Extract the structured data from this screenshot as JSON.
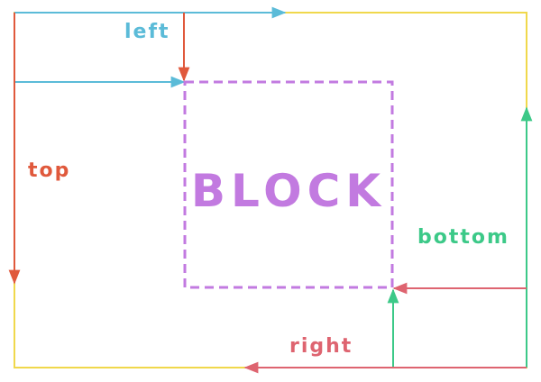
{
  "diagram": {
    "block_label": "BLOCK",
    "labels": {
      "left": "left",
      "top": "top",
      "bottom": "bottom",
      "right": "right"
    },
    "colors": {
      "container_border": "#f0d84c",
      "block_border": "#c27ae0",
      "left": "#5bbbd8",
      "top": "#e0593c",
      "bottom": "#3cc988",
      "right": "#de6470"
    }
  }
}
